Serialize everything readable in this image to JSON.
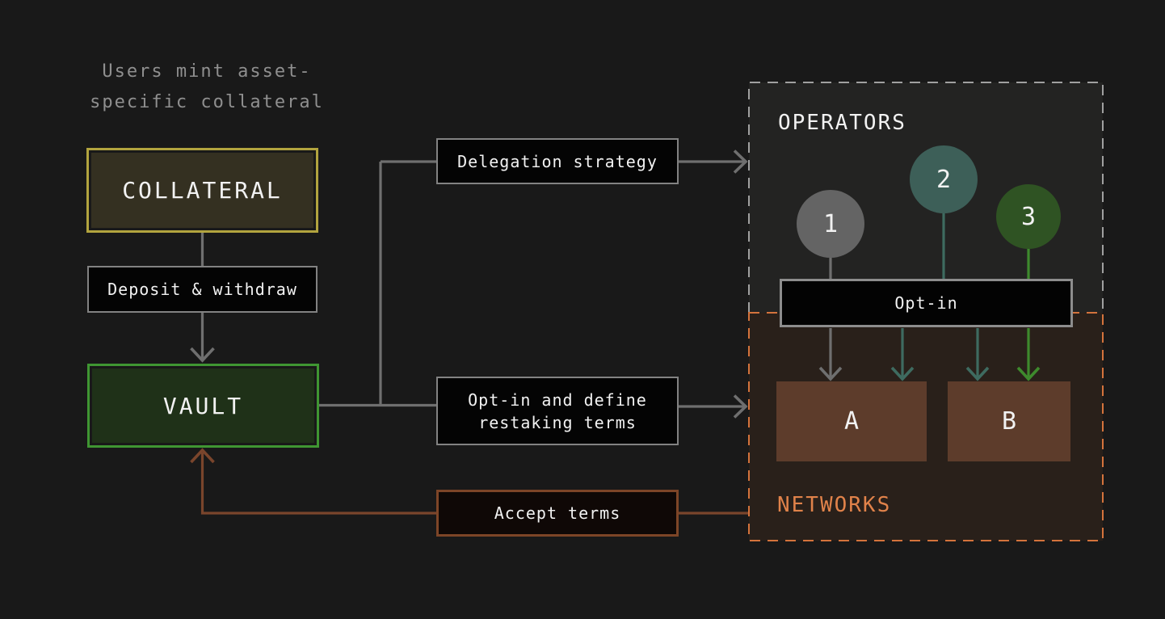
{
  "note": {
    "line1": "Users mint asset-",
    "line2": "specific collateral"
  },
  "nodes": {
    "collateral": {
      "label": "COLLATERAL"
    },
    "deposit": {
      "label": "Deposit & withdraw"
    },
    "vault": {
      "label": "VAULT"
    },
    "delegation": {
      "label": "Delegation strategy"
    },
    "optin_define": {
      "line1": "Opt-in and define",
      "line2": "restaking terms"
    },
    "accept": {
      "label": "Accept terms"
    },
    "optin": {
      "label": "Opt-in"
    }
  },
  "operators": {
    "title": "OPERATORS",
    "items": [
      {
        "label": "1"
      },
      {
        "label": "2"
      },
      {
        "label": "3"
      }
    ]
  },
  "networks": {
    "title": "NETWORKS",
    "items": [
      {
        "label": "A"
      },
      {
        "label": "B"
      }
    ]
  },
  "colors": {
    "page-bg": "#191919",
    "panel-ops-bg": "#232322",
    "panel-net-bg": "#29201a",
    "dash-gray": "#a0a0a0",
    "dash-orange": "#d4733c",
    "line-gray": "#6f6f6f",
    "line-brown": "#7a452c",
    "line-teal": "#3e6b60",
    "line-green": "#3e8a2d",
    "collateral-border": "#b2a43e",
    "collateral-fill": "#343021",
    "vault-border": "#3f9632",
    "vault-fill": "#1f3118",
    "box-border": "#828282",
    "box-fill": "#040404",
    "accept-border": "#7d4527",
    "accept-fill": "#0f0806",
    "optin-border": "#8d8d8d",
    "circle-1": "#646464",
    "circle-2": "#3d5f58",
    "circle-3": "#2f5323",
    "net-box-fill": "#5d3c2b",
    "note-text": "#8f8f8f",
    "text-white": "#f2f2f2",
    "networks-label": "#e0824a"
  }
}
